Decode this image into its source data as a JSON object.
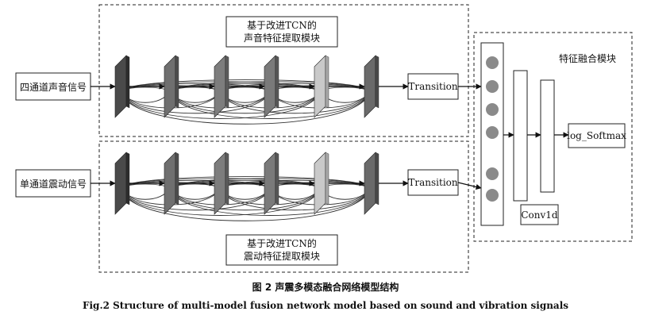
{
  "inputs": {
    "sound": "四通道声音信号",
    "vibration": "单通道震动信号"
  },
  "modules": {
    "sound_title_line1": "基于改进TCN的",
    "sound_title_line2": "声音特征提取模块",
    "vibration_title_line1": "基于改进TCN的",
    "vibration_title_line2": "震动特征提取模块",
    "fusion_title": "特征融合模块"
  },
  "blocks": {
    "transition_top": "Transition",
    "transition_bottom": "Transition",
    "conv1d": "Conv1d",
    "log_softmax": "log_Softmax"
  },
  "caption": {
    "cn": "图 2    声震多模态融合网络模型结构",
    "en": "Fig.2    Structure of multi-model fusion network model based on sound and vibration signals"
  }
}
